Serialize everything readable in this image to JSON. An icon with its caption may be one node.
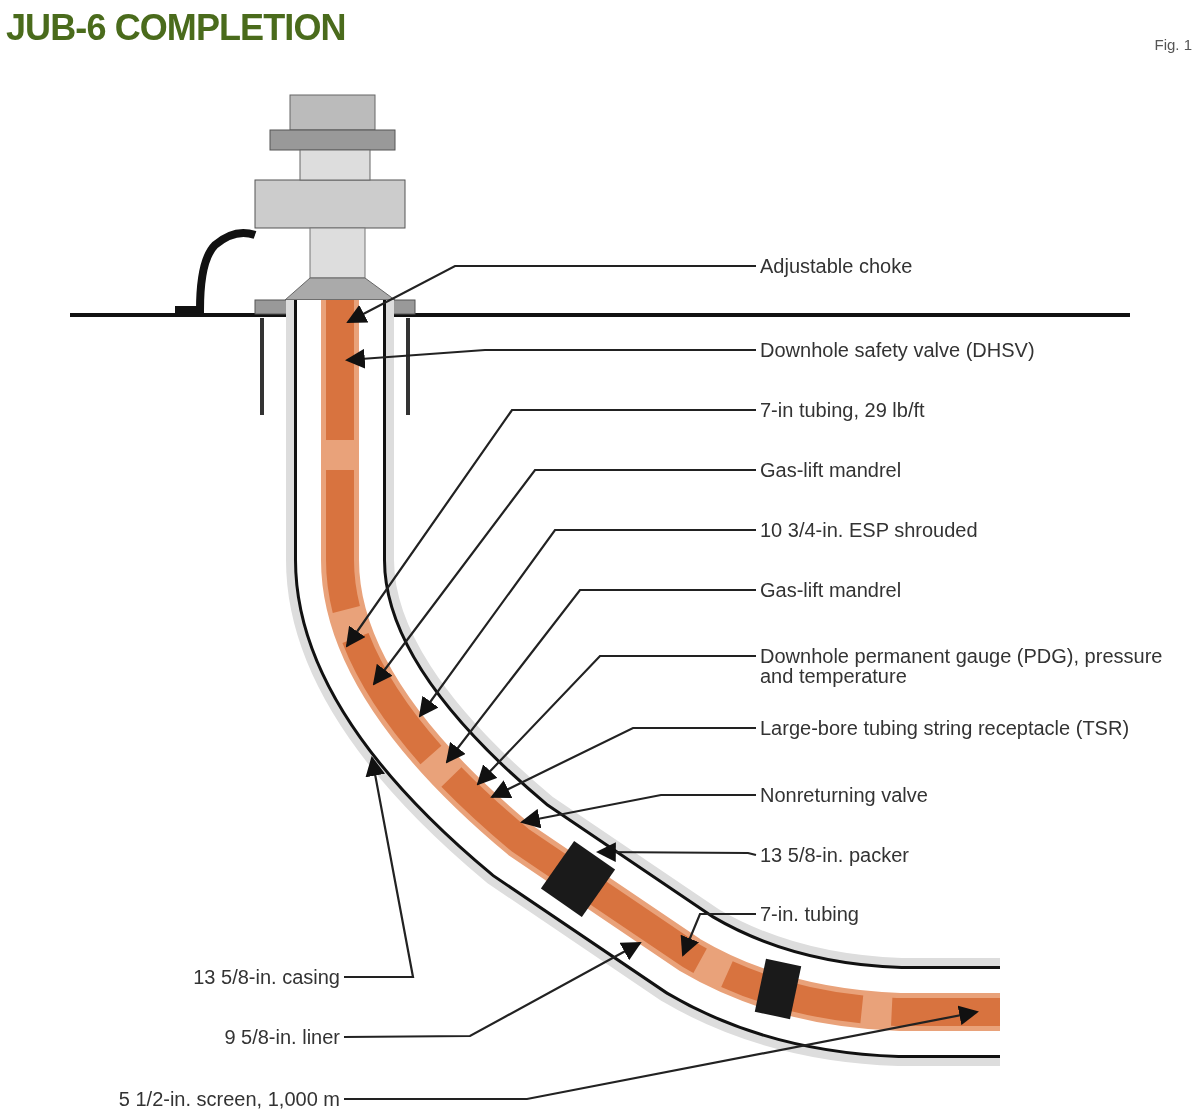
{
  "diagram": {
    "title": "JUB-6 COMPLETION",
    "nodes": [
      {
        "text": [
          "Adjustable choke"
        ]
      },
      {
        "text": [
          "Downhole safety valve (DHSV)"
        ]
      },
      {
        "text": [
          "7-in tubing, 29 lb/ft"
        ]
      },
      {
        "text": [
          "Gas-lift mandrel"
        ]
      },
      {
        "text": [
          "10 3/4-in. ESP shrouded"
        ]
      },
      {
        "text": [
          "Gas-lift mandrel"
        ]
      },
      {
        "text": [
          "Downhole permanent gauge (PDG), pressure and temperature"
        ]
      },
      {
        "text": [
          "Large-bore tubing string receptacle (TSR)"
        ]
      },
      {
        "text": [
          "Nonreturning valve"
        ]
      },
      {
        "text": [
          "13 5/8-in. packer"
        ]
      },
      {
        "text": [
          "7-in. tubing"
        ]
      },
      {
        "text": [
          "13 5/8-in. casing"
        ]
      },
      {
        "text": [
          "9 5/8-in. liner"
        ]
      },
      {
        "text": [
          "5 1/2-in. screen, 1,000 m"
        ]
      }
    ],
    "edges": [
      {
        "from": 0,
        "to": null,
        "arrow": "to"
      },
      {
        "from": 1,
        "to": null,
        "arrow": "to"
      },
      {
        "from": 2,
        "to": null,
        "arrow": "to"
      },
      {
        "from": 3,
        "to": null,
        "arrow": "to"
      },
      {
        "from": 4,
        "to": null,
        "arrow": "to"
      },
      {
        "from": 5,
        "to": null,
        "arrow": "to"
      },
      {
        "from": 6,
        "to": null,
        "arrow": "to"
      },
      {
        "from": 7,
        "to": null,
        "arrow": "to"
      },
      {
        "from": 8,
        "to": null,
        "arrow": "to"
      },
      {
        "from": 9,
        "to": null,
        "arrow": "to"
      },
      {
        "from": 10,
        "to": null,
        "arrow": "to"
      },
      {
        "from": 11,
        "to": null,
        "arrow": "to"
      },
      {
        "from": 12,
        "to": null,
        "arrow": "to"
      },
      {
        "from": 13,
        "to": null,
        "arrow": "to"
      }
    ],
    "labels": [
      "Fig. 1"
    ]
  }
}
